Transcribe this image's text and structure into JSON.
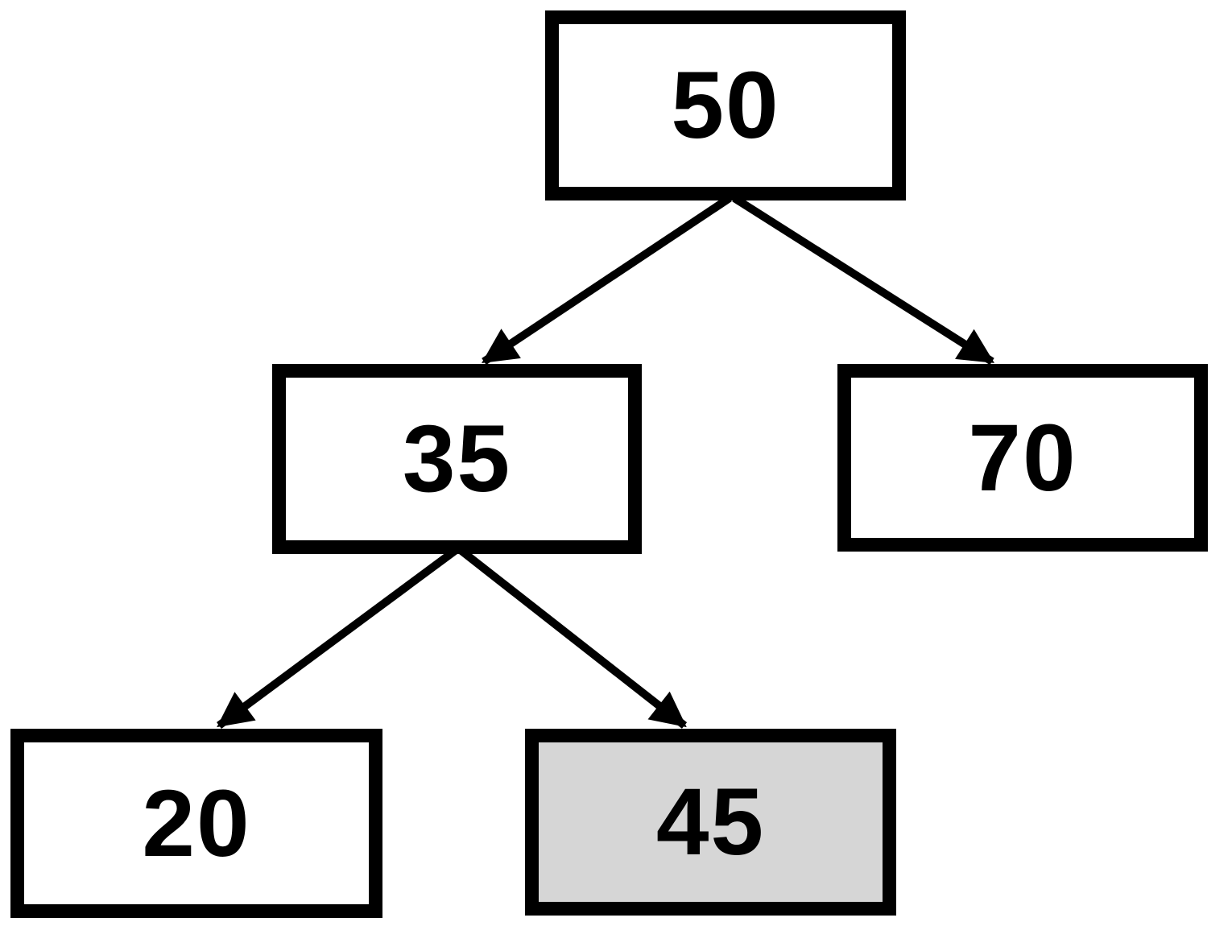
{
  "diagram": {
    "type": "binary-tree",
    "background_color": "#ffffff",
    "node_border_color": "#000000",
    "node_fill_color": "#ffffff",
    "highlight_color": "#d6d6d6",
    "edge_color": "#000000",
    "nodes": [
      {
        "id": "node-50",
        "value": "50",
        "level": 0,
        "highlighted": false
      },
      {
        "id": "node-35",
        "value": "35",
        "level": 1,
        "highlighted": false
      },
      {
        "id": "node-70",
        "value": "70",
        "level": 1,
        "highlighted": false
      },
      {
        "id": "node-20",
        "value": "20",
        "level": 2,
        "highlighted": false
      },
      {
        "id": "node-45",
        "value": "45",
        "level": 2,
        "highlighted": true
      }
    ],
    "edges": [
      {
        "from": "node-50",
        "to": "node-35"
      },
      {
        "from": "node-50",
        "to": "node-70"
      },
      {
        "from": "node-35",
        "to": "node-20"
      },
      {
        "from": "node-35",
        "to": "node-45"
      }
    ]
  }
}
